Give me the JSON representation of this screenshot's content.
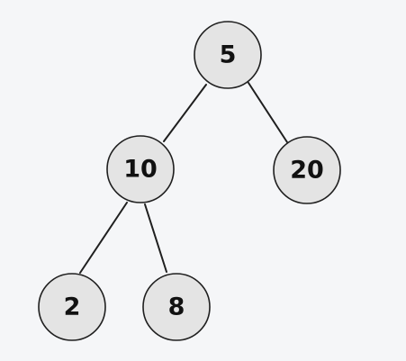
{
  "tree": {
    "nodes": [
      {
        "id": "n5",
        "label": "5"
      },
      {
        "id": "n10",
        "label": "10"
      },
      {
        "id": "n20",
        "label": "20"
      },
      {
        "id": "n2",
        "label": "2"
      },
      {
        "id": "n8",
        "label": "8"
      }
    ],
    "edges": [
      {
        "from": "n5",
        "to": "n10"
      },
      {
        "from": "n5",
        "to": "n20"
      },
      {
        "from": "n10",
        "to": "n2"
      },
      {
        "from": "n10",
        "to": "n8"
      }
    ],
    "colors": {
      "background": "#f5f6f8",
      "node_fill": "#e4e4e4",
      "stroke": "#1f1f1f",
      "text": "#111111"
    }
  }
}
